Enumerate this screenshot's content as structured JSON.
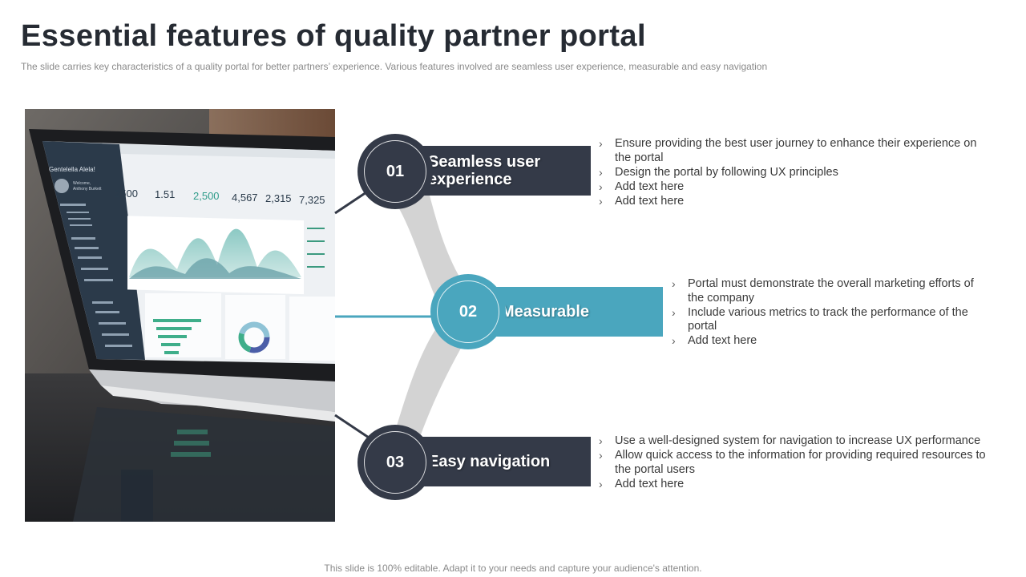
{
  "header": {
    "title": "Essential features of quality partner portal",
    "subtitle": "The slide carries key characteristics of a quality portal for better partners’ experience. Various features involved are seamless user experience, measurable and easy navigation"
  },
  "image": {
    "description_icon": "laptop-dashboard-photo",
    "screen": {
      "brand": "Gentelella Alela!",
      "user": "Anthony Burkett",
      "stats": [
        "2500",
        "1.51",
        "2,500",
        "4,567",
        "2,315",
        "7,325"
      ]
    }
  },
  "features": [
    {
      "number": "01",
      "label": "Seamless user experience",
      "bullets": [
        "Ensure providing the best user journey to enhance their experience on the portal",
        "Design the portal by following UX principles",
        "Add text here",
        "Add text here"
      ]
    },
    {
      "number": "02",
      "label": "Measurable",
      "bullets": [
        "Portal must demonstrate the overall marketing efforts of the company",
        "Include various metrics to track the performance of the portal",
        "Add text here"
      ]
    },
    {
      "number": "03",
      "label": "Easy navigation",
      "bullets": [
        "Use a well-designed system for navigation to increase UX performance",
        "Allow quick access to the information for providing required resources to the portal users",
        "Add text here"
      ]
    }
  ],
  "colors": {
    "dark": "#343a48",
    "teal": "#4aa6be",
    "connector": "#d3d3d3"
  },
  "footer": {
    "text": "This slide is 100% editable. Adapt it to your needs and capture your audience's attention."
  }
}
